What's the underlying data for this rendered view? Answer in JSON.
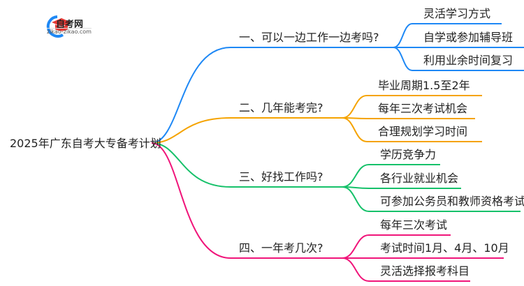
{
  "logo": {
    "title": "自考网",
    "url": "zikao-zikao.com"
  },
  "root": {
    "label": "2025年广东自考大专备考计划"
  },
  "branches": [
    {
      "label": "一、可以一边工作一边考吗?",
      "color": "#1e88f5",
      "children": [
        "灵活学习方式",
        "自学或参加辅导班",
        "利用业余时间复习"
      ]
    },
    {
      "label": "二、几年能考完?",
      "color": "#f5a300",
      "children": [
        "毕业周期1.5至2年",
        "每年三次考试机会",
        "合理规划学习时间"
      ]
    },
    {
      "label": "三、好找工作吗?",
      "color": "#16c16a",
      "children": [
        "学历竞争力",
        "各行业就业机会",
        "可参加公务员和教师资格考试"
      ]
    },
    {
      "label": "四、一年考几次?",
      "color": "#f0157a",
      "children": [
        "每年三次考试",
        "考试时间1月、4月、10月",
        "灵活选择报考科目"
      ]
    }
  ]
}
